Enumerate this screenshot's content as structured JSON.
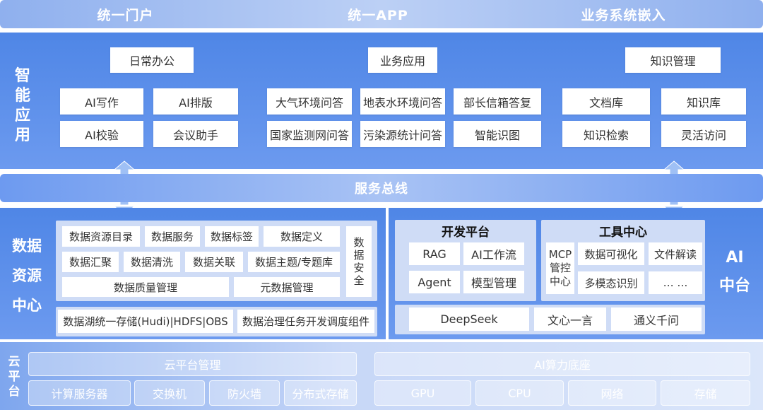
{
  "top": {
    "labels": [
      "统一门户",
      "统一APP",
      "业务系统嵌入"
    ]
  },
  "smart_app": {
    "title": "智能应用",
    "groups": [
      {
        "header": "日常办公",
        "items": [
          "AI写作",
          "AI排版",
          "AI校验",
          "会议助手"
        ]
      },
      {
        "header": "业务应用",
        "items": [
          "大气环境问答",
          "地表水环境问答",
          "部长信箱答复",
          "国家监测网问答",
          "污染源统计问答",
          "智能识图"
        ]
      },
      {
        "header": "知识管理",
        "items": [
          "文档库",
          "知识库",
          "知识检索",
          "灵活访问"
        ]
      }
    ]
  },
  "bus": {
    "label": "服务总线"
  },
  "data_center": {
    "title": "数据资源中心",
    "row1": [
      "数据资源目录",
      "数据服务",
      "数据标签",
      "数据定义"
    ],
    "row2": [
      "数据汇聚",
      "数据清洗",
      "数据关联",
      "数据主题/专题库"
    ],
    "row3": [
      "数据质量管理",
      "元数据管理"
    ],
    "security": "数据安全",
    "bottom": [
      "数据湖统一存储(Hudi)|HDFS|OBS",
      "数据治理任务开发调度组件"
    ]
  },
  "ai_center": {
    "title": "AI中台",
    "dev_platform": {
      "title": "开发平台",
      "items": [
        "RAG",
        "AI工作流",
        "Agent",
        "模型管理"
      ]
    },
    "tool_center": {
      "title": "工具中心",
      "mcp": "MCP管控中心",
      "items": [
        "数据可视化",
        "文件解读",
        "多模态识别",
        "… …"
      ]
    },
    "models": [
      "DeepSeek",
      "文心一言",
      "通义千问"
    ]
  },
  "cloud": {
    "title": "云平台",
    "mgmt": {
      "title": "云平台管理",
      "items": [
        "计算服务器",
        "交换机",
        "防火墙",
        "分布式存储"
      ]
    },
    "compute": {
      "title": "AI算力底座",
      "items": [
        "GPU",
        "CPU",
        "网络",
        "存储"
      ]
    }
  },
  "colors": {
    "primary": "#4f86e6",
    "light": "#cfdcf6",
    "bus": "#6d9af0"
  }
}
